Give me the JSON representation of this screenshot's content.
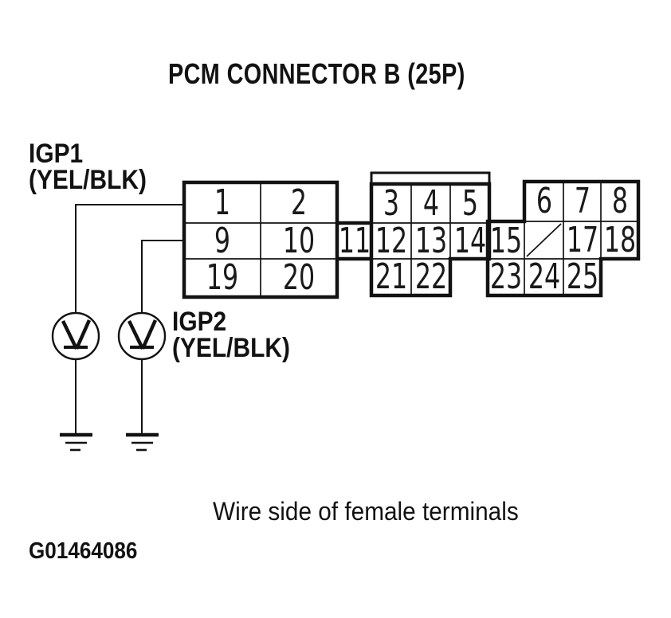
{
  "title": "PCM CONNECTOR B (25P)",
  "connector": {
    "pins": {
      "p1": "1",
      "p2": "2",
      "p3": "3",
      "p4": "4",
      "p5": "5",
      "p6": "6",
      "p7": "7",
      "p8": "8",
      "p9": "9",
      "p10": "10",
      "p11": "11",
      "p12": "12",
      "p13": "13",
      "p14": "14",
      "p15": "15",
      "p17": "17",
      "p18": "18",
      "p19": "19",
      "p20": "20",
      "p21": "21",
      "p22": "22",
      "p23": "23",
      "p24": "24",
      "p25": "25"
    }
  },
  "probes": {
    "igp1": {
      "name": "IGP1",
      "wire_color": "(YEL/BLK)"
    },
    "igp2": {
      "name": "IGP2",
      "wire_color": "(YEL/BLK)"
    }
  },
  "caption": "Wire side of female terminals",
  "figure_id": "G01464086",
  "icons": {
    "voltmeter": "voltmeter-circle-V-symbol",
    "ground": "chassis-ground-symbol",
    "omitted_pin": "diagonal-slash"
  },
  "colors": {
    "ink": "#121212",
    "background": "#ffffff"
  }
}
